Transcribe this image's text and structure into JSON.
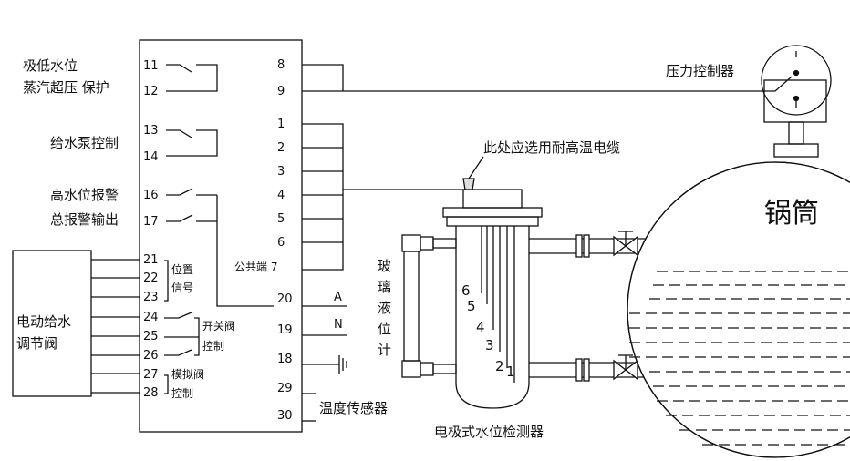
{
  "left_labels": {
    "low_water": "极低水位",
    "steam_overpressure": "蒸汽超压  保护",
    "feed_pump_control": "给水泵控制",
    "high_water_alarm": "高水位报警",
    "total_alarm_output": "总报警输出"
  },
  "motor_valve_label_line1": "电动给水",
  "motor_valve_label_line2": "调节阀",
  "controller_terminals_left": [
    "11",
    "12",
    "13",
    "14",
    "16",
    "17",
    "21",
    "22",
    "23",
    "24",
    "25",
    "26",
    "27",
    "28"
  ],
  "controller_terminals_right": [
    "8",
    "9",
    "1",
    "2",
    "3",
    "4",
    "5",
    "6",
    "公共端 7",
    "20",
    "19",
    "18",
    "29",
    "30"
  ],
  "group_labels": {
    "position_signal_1": "位置",
    "position_signal_2": "信号",
    "switch_valve_control_1": "开关阀",
    "switch_valve_control_2": "控制",
    "analog_valve_control_1": "模拟阀",
    "analog_valve_control_2": "控制"
  },
  "power_labels": {
    "a": "A",
    "n": "N"
  },
  "temperature_sensor": "温度传感器",
  "pressure_controller": "压力控制器",
  "cable_note": "此处应选用耐高温电缆",
  "glass_gauge_chars": [
    "玻",
    "璃",
    "液",
    "位",
    "计"
  ],
  "electrode_numbers": [
    "6",
    "5",
    "4",
    "3",
    "2",
    "1"
  ],
  "detector_label": "电极式水位检测器",
  "drum_label": "锅筒"
}
